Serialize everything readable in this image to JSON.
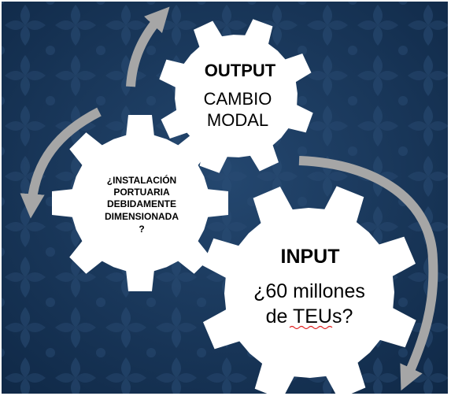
{
  "colors": {
    "background": "#1c3c60",
    "background_dark": "#0f2846",
    "pattern": "#2a4c74",
    "gear_fill": "#ffffff",
    "arrow": "#a6a6a6",
    "text": "#000000",
    "spellcheck_underline": "#e02020"
  },
  "gears": {
    "output": {
      "title": "OUTPUT",
      "lines": [
        "CAMBIO",
        "MODAL"
      ]
    },
    "middle": {
      "lines": [
        "¿INSTALACIÓN",
        "PORTUARIA",
        "DEBIDAMENTE",
        "DIMENSIONADA",
        "?"
      ]
    },
    "input": {
      "title": "INPUT",
      "lines": [
        "¿60 millones",
        "de TEUs?"
      ]
    }
  }
}
